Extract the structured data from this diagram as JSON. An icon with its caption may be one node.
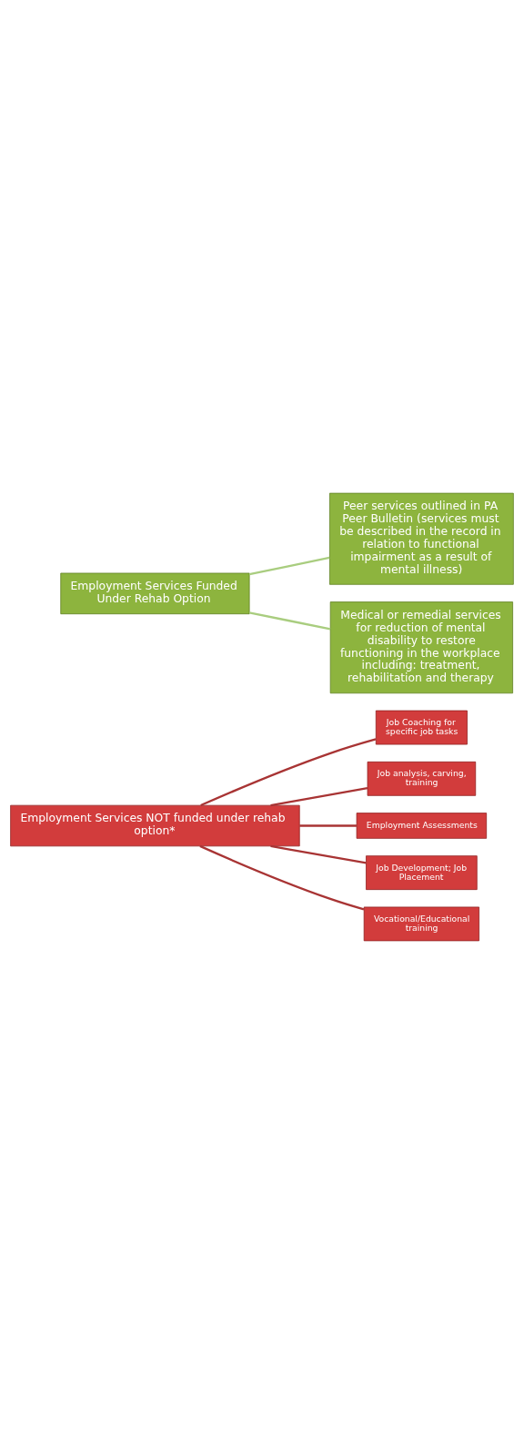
{
  "diagram": {
    "nodes": [
      {
        "text": [
          "Employment Services Funded Under Rehab Option"
        ]
      },
      {
        "text": [
          "Medical or remedial services for reduction of mental disability to restore functioning in the workplace including: treatment, rehabilitation and therapy"
        ]
      },
      {
        "text": [
          "Peer services outlined in PA Peer Bulletin (services must be described in the record in relation to functional impairment as a result of mental illness)"
        ]
      },
      {
        "text": [
          "Employment Services NOT funded under rehab option*"
        ]
      },
      {
        "text": [
          "Vocational/Educational training"
        ]
      },
      {
        "text": [
          "Job Development; Job Placement"
        ]
      },
      {
        "text": [
          "Employment Assessments"
        ]
      },
      {
        "text": [
          "Job analysis, carving, training"
        ]
      },
      {
        "text": [
          "Job Coaching for specific job tasks"
        ]
      }
    ],
    "edges": [
      {
        "from": 0,
        "to": 1,
        "arrow": "none",
        "color": "#a9cd7f"
      },
      {
        "from": 0,
        "to": 2,
        "arrow": "none",
        "color": "#a9cd7f"
      },
      {
        "from": 3,
        "to": 4,
        "arrow": "none"
      },
      {
        "from": 3,
        "to": 5,
        "arrow": "none"
      },
      {
        "from": 3,
        "to": 6,
        "arrow": "none"
      },
      {
        "from": 3,
        "to": 7,
        "arrow": "none"
      },
      {
        "from": 3,
        "to": 8,
        "arrow": "none"
      }
    ]
  }
}
